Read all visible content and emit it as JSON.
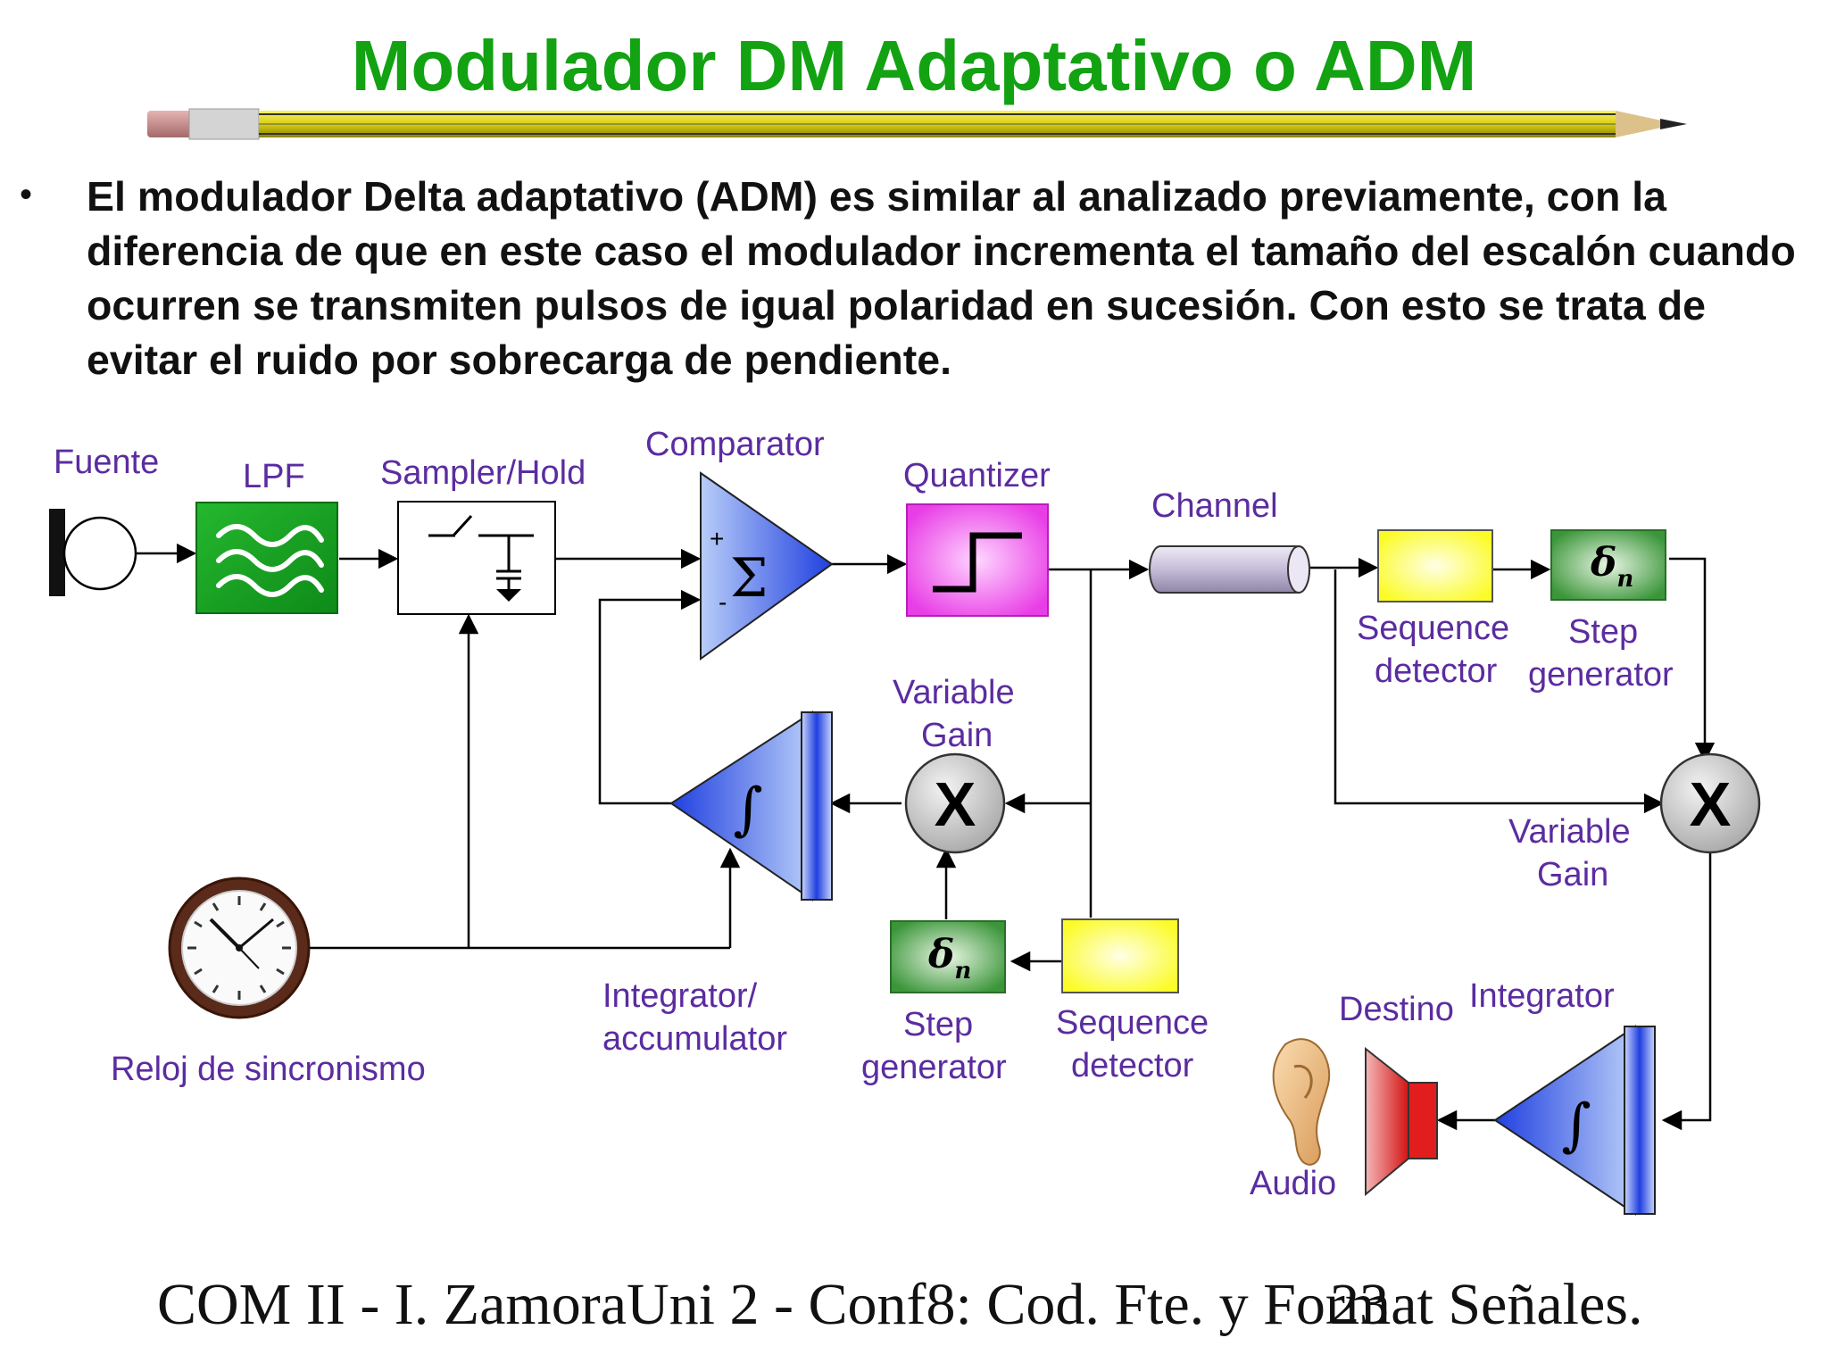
{
  "slide": {
    "title": "Modulador DM Adaptativo o ADM",
    "bullet_symbol": "•",
    "bullet_text": "El modulador Delta adaptativo (ADM) es similar al analizado previamente, con la diferencia de que en este caso el modulador incrementa el tamaño del escalón cuando ocurren se transmiten pulsos de igual polaridad en sucesión. Con esto se trata de evitar el ruido por sobrecarga de pendiente.",
    "footer": "COM II - I. ZamoraUni 2 - Conf8: Cod. Fte. y Format Señales.",
    "page_number": "23"
  },
  "diagram": {
    "labels": {
      "fuente": "Fuente",
      "lpf": "LPF",
      "sampler": "Sampler/Hold",
      "comparator": "Comparator",
      "quantizer": "Quantizer",
      "channel": "Channel",
      "seq_detector_rx_1": "Sequence",
      "seq_detector_rx_2": "detector",
      "step_gen_rx_1": "Step",
      "step_gen_rx_2": "generator",
      "var_gain_tx_1": "Variable",
      "var_gain_tx_2": "Gain",
      "var_gain_rx_1": "Variable",
      "var_gain_rx_2": "Gain",
      "integrator_acc_1": "Integrator/",
      "integrator_acc_2": "accumulator",
      "step_gen_tx_1": "Step",
      "step_gen_tx_2": "generator",
      "seq_detector_tx_1": "Sequence",
      "seq_detector_tx_2": "detector",
      "destino": "Destino",
      "integrator_rx": "Integrator",
      "audio": "Audio",
      "reloj": "Reloj de sincronismo"
    },
    "symbols": {
      "plus": "+",
      "minus": "-",
      "sigma": "Σ",
      "integral": "∫",
      "multiply": "X",
      "delta": "δ",
      "delta_sub": "n"
    },
    "colors": {
      "title_green": "#12a212",
      "label_purple": "#5b2ca0",
      "lpf_green": "#15a01f",
      "quantizer_magenta": "#f043ee",
      "step_green": "#3f9a3a",
      "detector_yellow": "#ffff33",
      "integrator_blue": "#2c4fe0",
      "speaker_red": "#e21d1d"
    },
    "icons": [
      "microphone-icon",
      "clock-icon",
      "ear-icon",
      "speaker-icon",
      "pencil-icon"
    ]
  }
}
